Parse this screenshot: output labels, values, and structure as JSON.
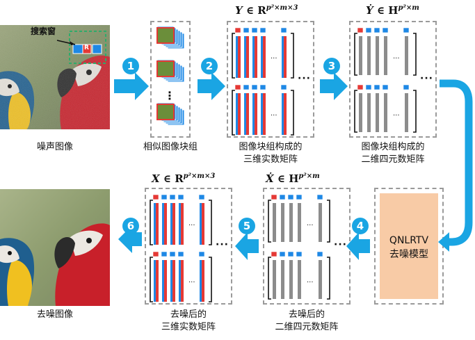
{
  "labels": {
    "noisy_image": "噪声图像",
    "search_window": "搜索窗",
    "ref_block": "R",
    "similar_groups": "相似图像块组",
    "real_matrix_line1": "图像块组构成的",
    "real_matrix_line2": "三维实数矩阵",
    "quat_matrix_line1": "图像块组构成的",
    "quat_matrix_line2": "二维四元数矩阵",
    "model_line1": "QNLRTV",
    "model_line2": "去噪模型",
    "denoised_quat_line1": "去噪后的",
    "denoised_quat_line2": "二维四元数矩阵",
    "denoised_real_line1": "去噪后的",
    "denoised_real_line2": "三维实数矩阵",
    "denoised_image": "去噪图像",
    "dots": "···",
    "vdots": "⋮"
  },
  "formulas": {
    "Y_var": "Y",
    "Y_dot_var": "Ẏ",
    "X_var": "X",
    "X_dot_var": "Ẋ",
    "in": " ∈ ",
    "R": "R",
    "H": "H",
    "sup_real": "p²×m×3",
    "sup_quat": "p²×m"
  },
  "steps": [
    "1",
    "2",
    "3",
    "4",
    "5",
    "6"
  ],
  "colors": {
    "arrow": "#1aa5e3",
    "model_fill": "#f8cba6",
    "red_bar": "#e53935",
    "blue_bar": "#1e88e5",
    "gray_bar": "#8c8c8c",
    "window": "#2eab6a"
  }
}
